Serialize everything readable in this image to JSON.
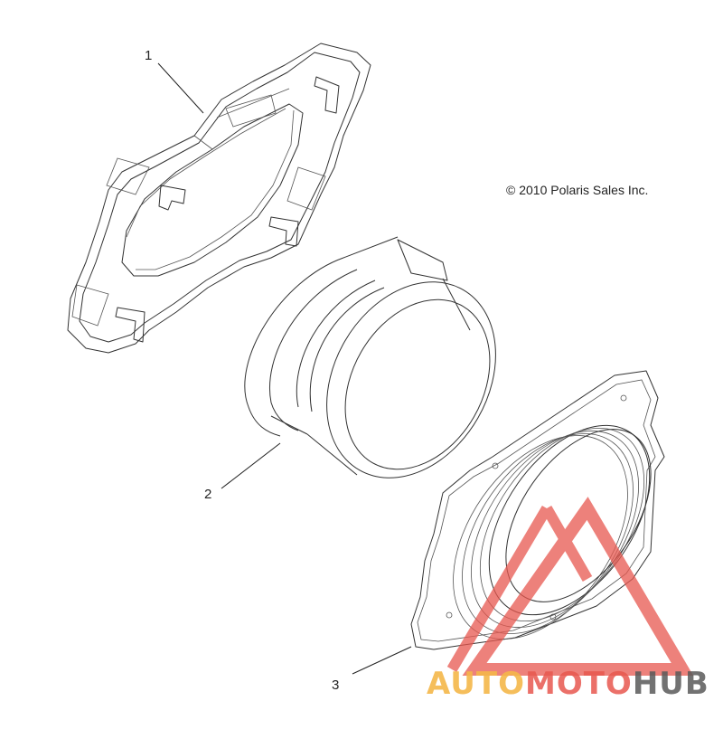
{
  "copyright": "© 2010 Polaris Sales Inc.",
  "callouts": [
    "1",
    "2",
    "3"
  ],
  "watermark": {
    "part1": "AUTO",
    "part2": "MOTO",
    "part3": "HUB",
    "color_orange": "#f5b74a",
    "color_red": "#e8584f",
    "color_gray": "#5a5a5a"
  }
}
